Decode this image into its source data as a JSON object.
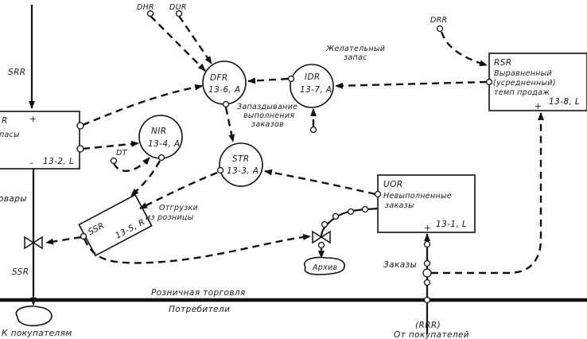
{
  "levels": {
    "retail_inventory": {
      "code": "IAR",
      "name_partial": "пасы",
      "id": "13-2, L",
      "plus": "+",
      "minus": "–"
    },
    "unfilled_orders": {
      "code": "UOR",
      "name_line1": "Невыполненные",
      "name_line2": "заказы",
      "id": "13-1, L",
      "plus": "+"
    },
    "smoothed_sales": {
      "code": "RSR",
      "name_line1": "Выравненный",
      "name_line2": "(усредненный)",
      "name_line3": "темп продаж",
      "id": "13-8, L",
      "plus": "+"
    }
  },
  "auxiliaries": {
    "delay_filling": {
      "code": "DFR",
      "id": "13-6, A",
      "label_line1": "Запаздывание",
      "label_line2": "выполнения",
      "label_line3": "заказов"
    },
    "desired_inventory": {
      "code": "IDR",
      "id": "13-7, A",
      "label_line1": "Желательный",
      "label_line2": "запас"
    },
    "normal_inventory": {
      "code": "NIR",
      "id": "13-4, A"
    },
    "shipping_rate": {
      "code": "STR",
      "id": "13-3, A"
    }
  },
  "rates": {
    "shipments": {
      "code": "SSR",
      "id": "13-5, R",
      "label_line1": "Отгрузки",
      "label_line2": "из розницы"
    }
  },
  "constants": {
    "dhr": "DHR",
    "dur": "DUR",
    "drr": "DRR",
    "dt": "DT"
  },
  "flows": {
    "incoming": "SRR",
    "goods_partial": "овары",
    "outgoing": "SSR",
    "orders": "Заказы",
    "from_customers_code": "(RRR)",
    "from_customers": "От покупателей"
  },
  "sinks": {
    "to_customers": "К покупателям",
    "archive": "Архив"
  },
  "boundary": {
    "upper": "Розничная торговля",
    "lower": "Потребители"
  }
}
